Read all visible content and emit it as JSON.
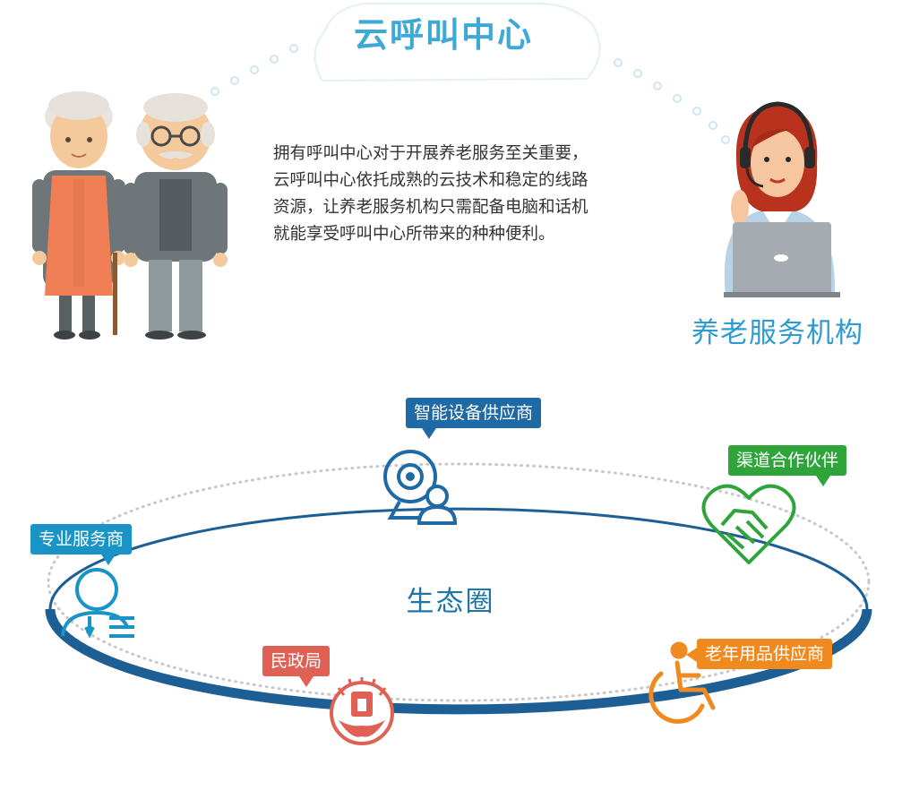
{
  "header": {
    "title": "云呼叫中心"
  },
  "intro": {
    "lines": [
      "拥有呼叫中心对于开展养老服务至关重要，",
      "云呼叫中心依托成熟的云技术和稳定的线路",
      "资源，让养老服务机构只需配备电脑和话机",
      "就能享受呼叫中心所带来的种种便利。"
    ]
  },
  "org_label": "养老服务机构",
  "ecosystem": {
    "center_label": "生态圈",
    "nodes": [
      {
        "label": "智能设备供应商",
        "color": "#1f6aa5",
        "icon": "webcam-user-icon"
      },
      {
        "label": "渠道合作伙伴",
        "color": "#2fa43a",
        "icon": "handshake-heart-icon"
      },
      {
        "label": "专业服务商",
        "color": "#1a93c6",
        "icon": "professional-person-icon"
      },
      {
        "label": "民政局",
        "color": "#e06153",
        "icon": "civil-affairs-emblem-icon"
      },
      {
        "label": "老年用品供应商",
        "color": "#f08a1e",
        "icon": "wheelchair-icon"
      }
    ]
  },
  "colors": {
    "title": "#3ea9d6",
    "ring": "#1d5f95",
    "dots": "#c8c8c8"
  }
}
